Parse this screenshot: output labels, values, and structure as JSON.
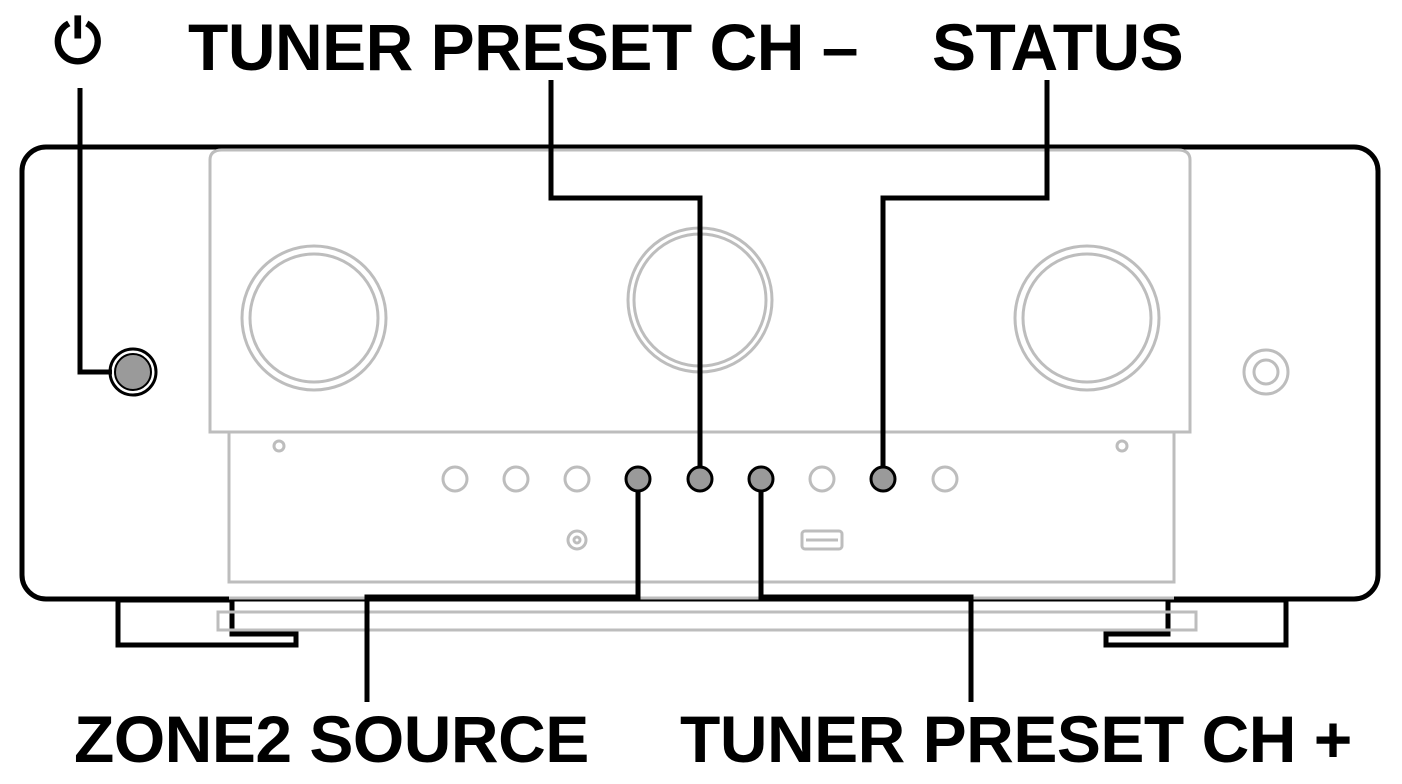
{
  "labels": {
    "power_symbol": "⏻",
    "tuner_preset_minus": "TUNER PRESET CH –",
    "status": "STATUS",
    "zone2_source": "ZONE2 SOURCE",
    "tuner_preset_plus": "TUNER PRESET CH +"
  },
  "colors": {
    "outline": "#000000",
    "panel_line": "#bdbdbd",
    "highlight_button": "#9a9a9a",
    "background": "#ffffff"
  }
}
